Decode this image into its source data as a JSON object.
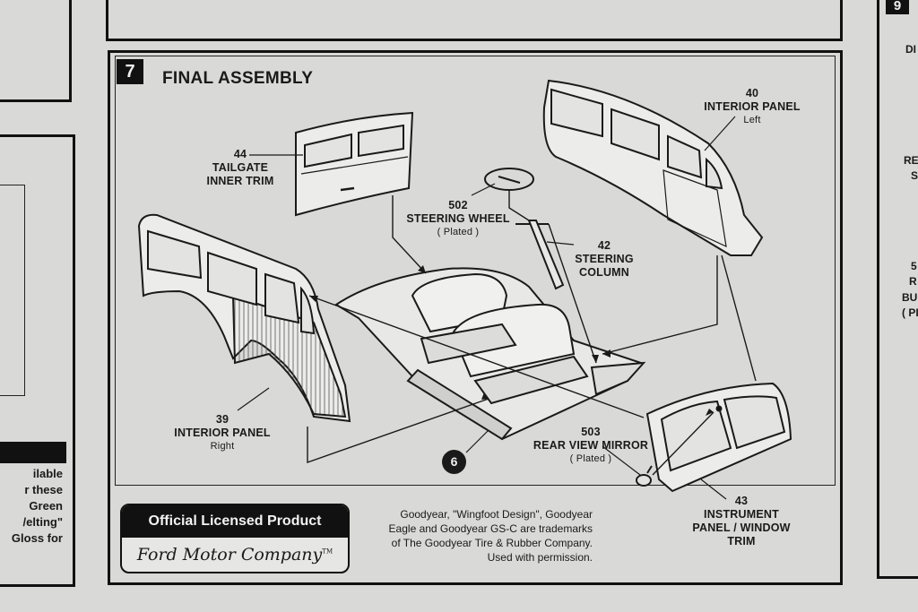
{
  "step": {
    "number": "7",
    "title": "FINAL ASSEMBLY",
    "badge": "6"
  },
  "parts": [
    {
      "number": "44",
      "name_lines": [
        "TAILGATE",
        "INNER TRIM"
      ],
      "note": ""
    },
    {
      "number": "502",
      "name_lines": [
        "STEERING WHEEL"
      ],
      "note": "( Plated )"
    },
    {
      "number": "42",
      "name_lines": [
        "STEERING",
        "COLUMN"
      ],
      "note": ""
    },
    {
      "number": "40",
      "name_lines": [
        "INTERIOR PANEL"
      ],
      "note": "Left"
    },
    {
      "number": "39",
      "name_lines": [
        "INTERIOR PANEL"
      ],
      "note": "Right"
    },
    {
      "number": "503",
      "name_lines": [
        "REAR VIEW MIRROR"
      ],
      "note": "( Plated )"
    },
    {
      "number": "43",
      "name_lines": [
        "INSTRUMENT",
        "PANEL / WINDOW",
        "TRIM"
      ],
      "note": ""
    }
  ],
  "license": {
    "heading": "Official Licensed Product",
    "brand": "Ford Motor Company",
    "tm": "TM"
  },
  "trademark_lines": [
    "Goodyear, \"Wingfoot Design\", Goodyear",
    "Eagle and Goodyear GS-C are trademarks",
    "of The Goodyear Tire & Rubber Company.",
    "Used with permission."
  ],
  "left_fragment_lines": [
    "ilable",
    "r these",
    "Green",
    "/elting\"",
    "Gloss for"
  ],
  "right_fragment": {
    "step_number": "9",
    "lines": [
      "DI",
      "RE",
      "S",
      "5",
      "R",
      "BU",
      "( PI"
    ]
  }
}
